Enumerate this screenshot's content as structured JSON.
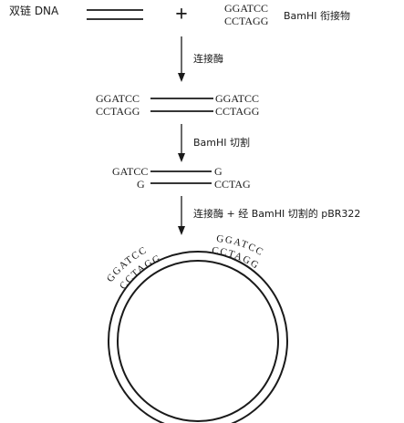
{
  "row1": {
    "left_label": "双链 DNA",
    "plus": "+",
    "linker_top": "GGATCC",
    "linker_bottom": "CCTAGG",
    "linker_label": "BamHI 衔接物"
  },
  "step1": {
    "label": "连接酶"
  },
  "row2": {
    "left_top": "GGATCC",
    "left_bottom": "CCTAGG",
    "right_top": "GGATCC",
    "right_bottom": "CCTAGG"
  },
  "step2": {
    "label": "BamHI 切割"
  },
  "row3": {
    "left_top": "GATCC",
    "left_bottom": "G",
    "right_top": "G",
    "right_bottom": "CCTAG"
  },
  "step3": {
    "label": "连接酶 + 经 BamHI 切割的 pBR322"
  },
  "circle": {
    "left_outer": "GGATCC",
    "left_inner": "CCTAGG",
    "right_outer": "GGATCC",
    "right_inner": "CCTAGG"
  }
}
